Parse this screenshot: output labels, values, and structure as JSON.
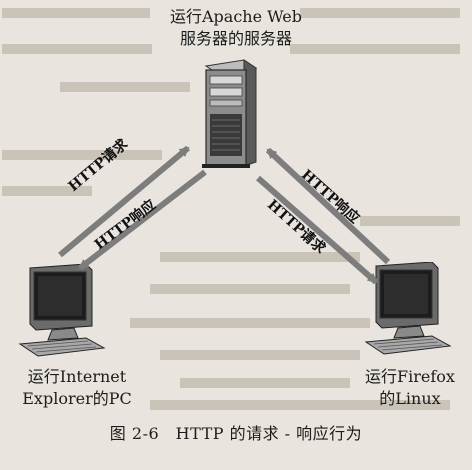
{
  "server_label": [
    "运行Apache Web",
    "服务器的服务器"
  ],
  "pc_label": [
    "运行Internet",
    "Explorer的PC"
  ],
  "linux_label": [
    "运行Firefox",
    "的Linux"
  ],
  "arrows": {
    "left_request": "HTTP请求",
    "left_response": "HTTP响应",
    "right_response": "HTTP响应",
    "right_request": "HTTP请求"
  },
  "caption": "图 2-6　HTTP 的请求 - 响应行为",
  "colors": {
    "arrow": "#7d7d7d",
    "background": "#e9e5de"
  },
  "icons": {
    "server": "server-tower-icon",
    "pc": "desktop-computer-icon",
    "linux": "desktop-computer-icon"
  }
}
